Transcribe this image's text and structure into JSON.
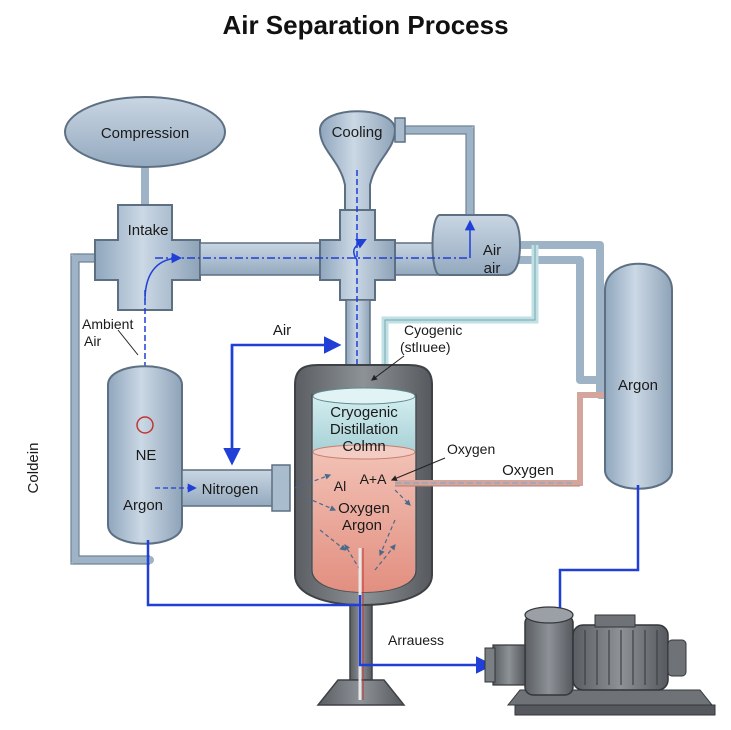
{
  "title": "Air Separation Process",
  "labels": {
    "compression": "Compression",
    "cooling": "Cooling",
    "intake": "Intake",
    "air_air_1": "Air",
    "air_air_2": "air",
    "ambient_air_1": "Ambient",
    "ambient_air_2": "Air",
    "coldein": "Coldein",
    "air_arrow": "Air",
    "cyogenic_1": "Cyogenic",
    "cyogenic_2": "(stlıuee)",
    "column_1": "Cryogenic",
    "column_2": "Distillation",
    "column_3": "Colmn",
    "oxygen_callout": "Oxygen",
    "oxygen_line": "Oxygen",
    "argon_right": "Argon",
    "ne": "NE",
    "argon_left": "Argon",
    "nitrogen": "Nitrogen",
    "a_a": "A+A",
    "ai": "Al",
    "oxygen_inner": "Oxygen",
    "argon_inner": "Argon",
    "arrauess": "Arrauess"
  },
  "colors": {
    "vessel_fill": "#b5c6d8",
    "vessel_stroke": "#5d6f82",
    "pipe": "#a9bccd",
    "blue_flow": "#1f3fd6",
    "liquid": "#e9a99a",
    "teal": "#bfe0e4",
    "dark_steel": "#6b6f75"
  }
}
